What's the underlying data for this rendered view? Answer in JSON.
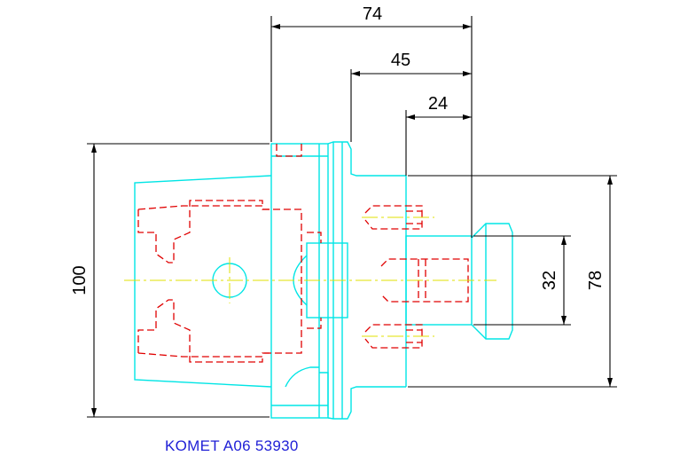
{
  "drawing": {
    "dimensions": {
      "d74": "74",
      "d45": "45",
      "d24": "24",
      "d100": "100",
      "d32": "32",
      "d78": "78"
    },
    "caption": "KOMET A06 53930"
  },
  "colors": {
    "outline": "#00e5e5",
    "hidden": "#e00000",
    "centerline": "#e0e000",
    "dimension": "#000000",
    "caption": "#1f1fd6"
  }
}
